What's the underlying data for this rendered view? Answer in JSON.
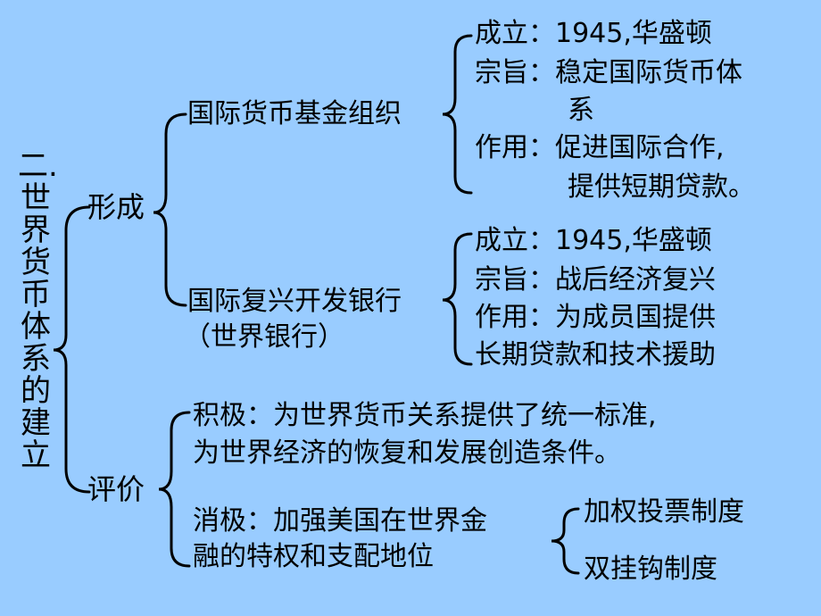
{
  "title_vertical": "二.世界货币体系的建立",
  "formation": {
    "label": "形成",
    "imf": {
      "name": "国际货币基金组织",
      "established": "成立：1945,华盛顿",
      "purpose_1": "宗旨：稳定国际货币体",
      "purpose_2": "系",
      "role_1": "作用：促进国际合作,",
      "role_2": "提供短期贷款。"
    },
    "ibrd": {
      "name": "国际复兴开发银行",
      "alias": "（世界银行）",
      "established": "成立：1945,华盛顿",
      "purpose": "宗旨：战后经济复兴",
      "role_1": "作用：为成员国提供",
      "role_2": "长期贷款和技术援助"
    }
  },
  "evaluation": {
    "label": "评价",
    "positive_1": "积极：为世界货币关系提供了统一标准,",
    "positive_2": "为世界经济的恢复和发展创造条件。",
    "negative_1": "消极：加强美国在世界金",
    "negative_2": "融的特权和支配地位",
    "systems": [
      "加权投票制度",
      "双挂钩制度"
    ]
  }
}
